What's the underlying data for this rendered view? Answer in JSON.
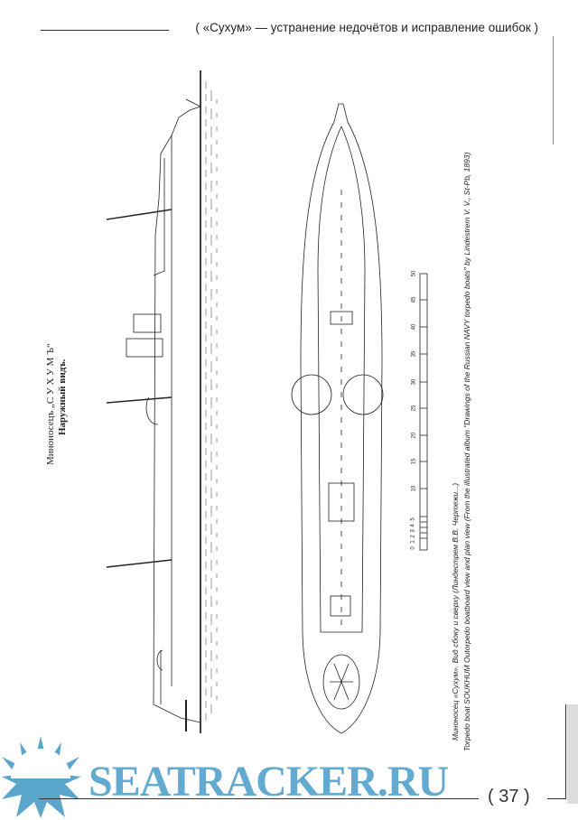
{
  "header": {
    "title": "( «Сухум» — устранение недочётов и исправление ошибок )"
  },
  "drawing": {
    "title_line1": "Миноносецъ „С У Х У М Ъ“",
    "title_line2": "Наружный видъ.",
    "scale_labels": [
      "0",
      "1",
      "2",
      "3",
      "4",
      "5",
      "10",
      "15",
      "20",
      "25",
      "30",
      "35",
      "40",
      "45",
      "50"
    ]
  },
  "captions": {
    "ru": "Миноносец «Сухум». Вид сбоку и сверху (Линдестрем В.В. Чертежи...)",
    "en": "Torpedo boat SOUKHUM Outorpedo boatboard view and plan view (From the illustrated album \"Drawings of the Russian NAVY torpedo boats\" by Lindestrem V. V., St-Pb, 1893)"
  },
  "footer": {
    "page_number": "( 37 )"
  },
  "watermark": {
    "text": "SEATRACKER.RU",
    "color": "#5ba7cc"
  }
}
